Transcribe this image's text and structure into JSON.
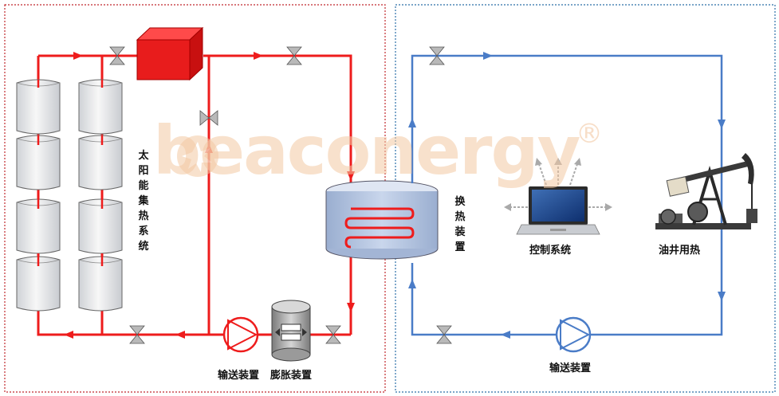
{
  "labels": {
    "solar_system": "太阳能集热系统",
    "heat_exchanger": "换热装置",
    "control_system": "控制系统",
    "oil_well": "油井用热",
    "pump_left": "输送装置",
    "expansion": "膨胀装置",
    "pump_right": "输送装置"
  },
  "watermark": {
    "text": "beaconergy",
    "registered": "®"
  },
  "colors": {
    "hot_loop": "#ee1c1c",
    "cold_loop": "#4a7cc7",
    "left_border": "#c0282d",
    "right_border": "#2b6fa8",
    "watermark": "#f3c9a4"
  },
  "icons": [
    "valve-icon",
    "pump-icon",
    "laptop-icon",
    "oil-pumpjack-icon",
    "heat-exchanger-icon",
    "expansion-tank-icon",
    "solar-collector-icon",
    "header-tank-icon"
  ]
}
